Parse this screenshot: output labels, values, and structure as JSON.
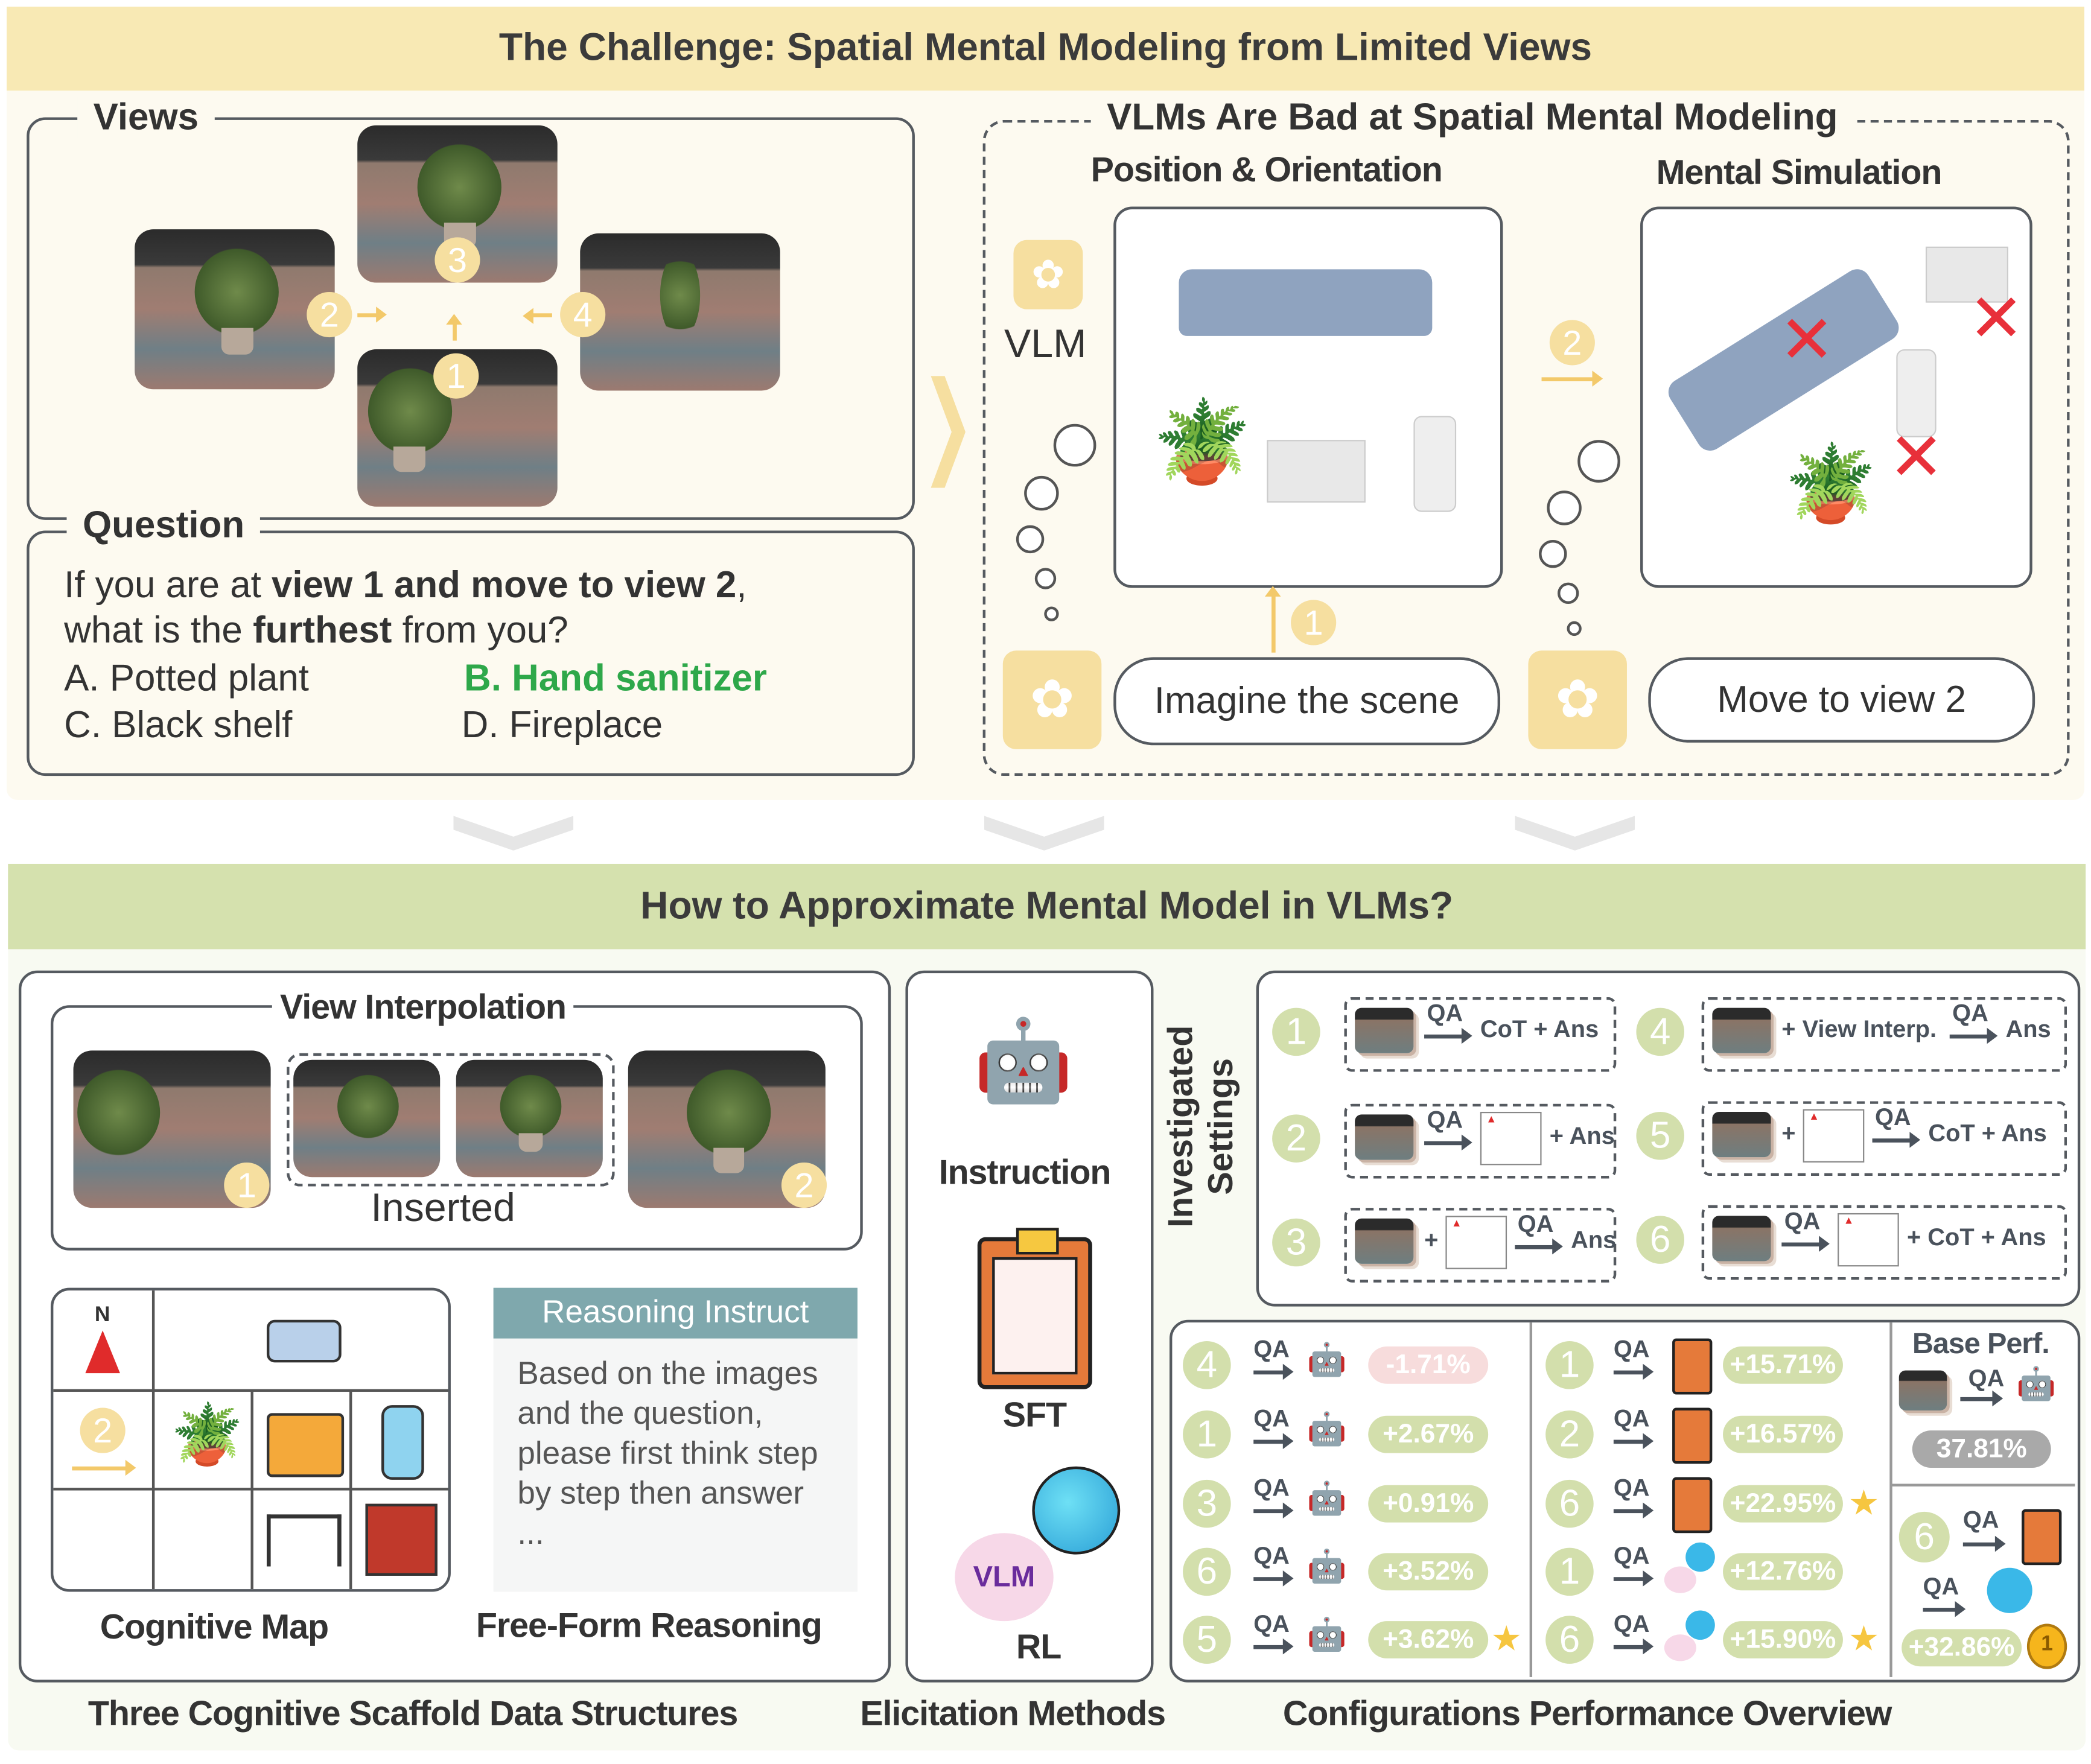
{
  "top": {
    "title": "The Challenge: Spatial Mental Modeling from Limited Views",
    "views_label": "Views",
    "view_numbers": [
      "1",
      "2",
      "3",
      "4"
    ],
    "question_label": "Question",
    "question_parts": [
      "If you are at ",
      "view 1 and move to view 2",
      ",",
      "what is the ",
      "furthest",
      " from you?"
    ],
    "options": [
      "A. Potted plant",
      "B. Hand sanitizer",
      "C. Black shelf",
      "D. Fireplace"
    ],
    "correct_color": "#2ea84a",
    "right_title": "VLMs Are Bad at Spatial Mental Modeling",
    "col1_title": "Position & Orientation",
    "col2_title": "Mental Simulation",
    "vlm_label": "VLM",
    "step1": "1",
    "step2": "2",
    "prompt1": "Imagine the scene",
    "prompt2": "Move to view 2"
  },
  "bottom": {
    "title": "How to Approximate Mental Model in VLMs?",
    "view_interp_title": "View Interpolation",
    "inserted_label": "Inserted",
    "interp_numbers": [
      "1",
      "2"
    ],
    "cogmap_north": "N",
    "cogmap_step": "2",
    "cogmap_label": "Cognitive Map",
    "reasoning_header": "Reasoning Instruct",
    "reasoning_text": "Based on the images and the question, please first think step by step then answer ...",
    "freeform_label": "Free-Form Reasoning",
    "methods": [
      "Instruction",
      "SFT",
      "RL"
    ],
    "rl_icon_text": "VLM",
    "settings_title": "Investigated Settings",
    "settings": [
      {
        "n": "1",
        "qa": "QA",
        "out": "CoT + Ans"
      },
      {
        "n": "2",
        "qa": "QA",
        "out": "+ Ans"
      },
      {
        "n": "3",
        "qa": "QA",
        "plus": "+",
        "out": "Ans"
      },
      {
        "n": "4",
        "plus": "+ View Interp.",
        "qa": "QA",
        "out": "Ans"
      },
      {
        "n": "5",
        "plus": "+",
        "qa": "QA",
        "out": "CoT + Ans"
      },
      {
        "n": "6",
        "qa": "QA",
        "out": "+ CoT + Ans"
      }
    ],
    "perf_instruction": [
      {
        "n": "4",
        "qa": "QA",
        "value": "-1.71%",
        "negative": true
      },
      {
        "n": "1",
        "qa": "QA",
        "value": "+2.67%"
      },
      {
        "n": "3",
        "qa": "QA",
        "value": "+0.91%"
      },
      {
        "n": "6",
        "qa": "QA",
        "value": "+3.52%"
      },
      {
        "n": "5",
        "qa": "QA",
        "value": "+3.62%",
        "star": true
      }
    ],
    "perf_training": [
      {
        "n": "1",
        "qa": "QA",
        "method": "SFT",
        "value": "+15.71%"
      },
      {
        "n": "2",
        "qa": "QA",
        "method": "SFT",
        "value": "+16.57%"
      },
      {
        "n": "6",
        "qa": "QA",
        "method": "SFT",
        "value": "+22.95%",
        "star": true
      },
      {
        "n": "1",
        "qa": "QA",
        "method": "RL",
        "value": "+12.76%"
      },
      {
        "n": "6",
        "qa": "QA",
        "method": "RL",
        "value": "+15.90%",
        "star": true
      }
    ],
    "base_perf_label": "Base Perf.",
    "base_qa": "QA",
    "base_value": "37.81%",
    "best": {
      "n": "6",
      "qa1": "QA",
      "qa2": "QA",
      "value": "+32.86%",
      "medal": "1"
    },
    "captions": [
      "Three Cognitive Scaffold Data Structures",
      "Elicitation Methods",
      "Configurations Performance Overview"
    ],
    "colors": {
      "green": "#d3dfac",
      "yellow": "#f6dfa0",
      "negative": "#f7dcdc",
      "base": "#a9a9a9"
    }
  }
}
